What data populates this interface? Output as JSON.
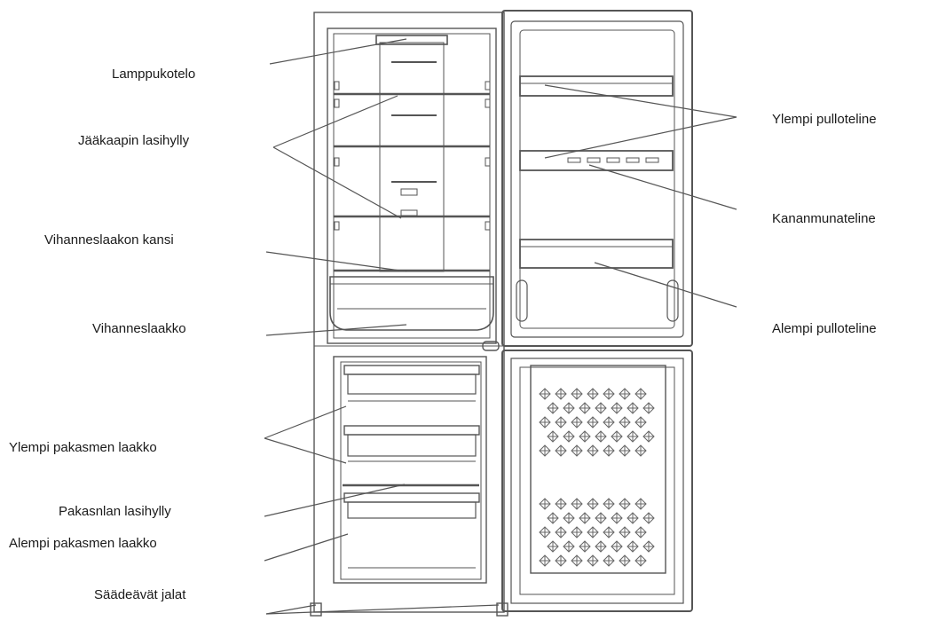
{
  "labels": {
    "lamp_housing": "Lamppukotelo",
    "fridge_glass_shelf": "Jääkaapin lasihylly",
    "crisper_cover": "Vihanneslaakon kansi",
    "crisper": "Vihanneslaakko",
    "upper_freezer_drawer": "Ylempi pakasmen laakko",
    "freezer_glass_shelf": "Pakasnlan lasihylly",
    "lower_freezer_drawer": "Alempi pakasmen laakko",
    "adjustable_feet": "Säädeävät jalat",
    "upper_bottle_rack": "Ylempi pulloteline",
    "egg_tray": "Kananmunateline",
    "lower_bottle_rack": "Alempi pulloteline"
  },
  "colors": {
    "line": "#555555",
    "text": "#1a1a1a"
  }
}
